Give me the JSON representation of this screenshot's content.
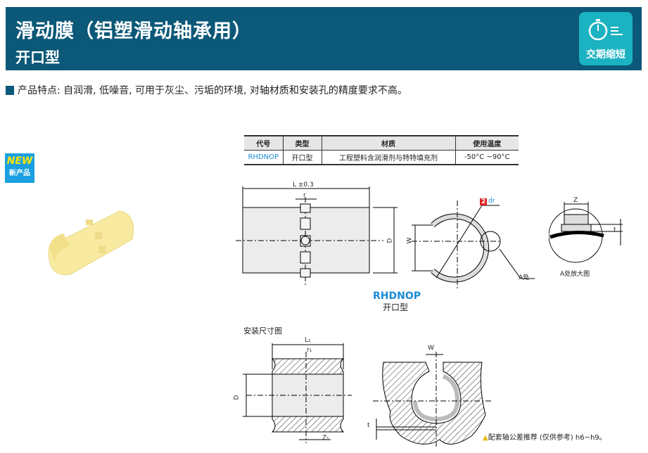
{
  "header": {
    "title": "滑动膜（铝塑滑动轴承用）",
    "subtitle": "开口型",
    "badge": "交期缩短"
  },
  "features": "产品特点: 自润滑, 低噪音, 可用于灰尘、污垢的环境, 对轴材质和安装孔的精度要求不高。",
  "new_badge": {
    "line1": "NEW",
    "line2": "新产品"
  },
  "spec_table": {
    "headers": [
      "代号",
      "类型",
      "材质",
      "使用温度"
    ],
    "rows": [
      [
        "RHDNOP",
        "开口型",
        "工程塑料含润滑剂与特特填充剂",
        "-50°C ~90°C"
      ]
    ]
  },
  "drawing": {
    "L": "L ±0.3",
    "r": "r",
    "D": "D",
    "W": "W",
    "dr": "dr",
    "dr_mark": "2",
    "A": "A处",
    "Z": "Z",
    "t": "t",
    "A_enlarged": "A处放大图",
    "model": "RHDNOP",
    "model_type": "开口型"
  },
  "install": {
    "title": "安装尺寸图",
    "L1": "L₁",
    "r1": "r₁",
    "D": "D",
    "Z1": "Z₁",
    "W": "W",
    "t": "t"
  },
  "note": "配套轴公差推荐 (仅供参考) h6~h9。"
}
